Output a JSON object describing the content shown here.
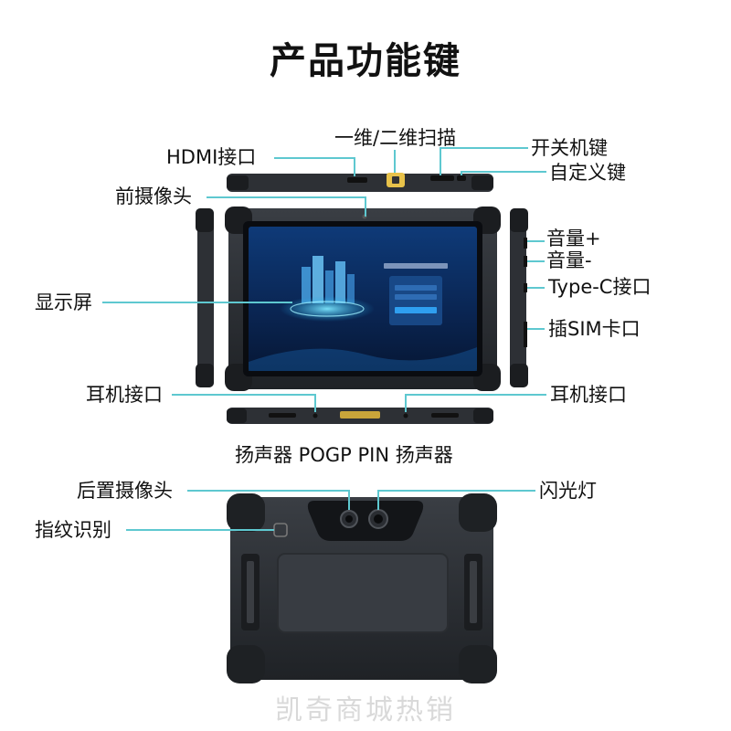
{
  "title": "产品功能键",
  "labels": {
    "hdmi": "HDMI接口",
    "scan": "一维/二维扫描",
    "power_key": "开关机键",
    "custom_key": "自定义键",
    "front_camera": "前摄像头",
    "volume_up": "音量+",
    "volume_down": "音量-",
    "type_c": "Type-C接口",
    "sim_slot": "插SIM卡口",
    "display": "显示屏",
    "earphone_left": "耳机接口",
    "earphone_right": "耳机接口",
    "bottom_ports": "扬声器 POGP PIN 扬声器",
    "rear_camera": "后置摄像头",
    "flash": "闪光灯",
    "fingerprint": "指纹识别"
  },
  "colors": {
    "leader_line": "#5ec8d0",
    "device_body": "#2b2e33",
    "screen_bg": "#0b2a5c"
  },
  "watermark": "凯奇商城热销"
}
